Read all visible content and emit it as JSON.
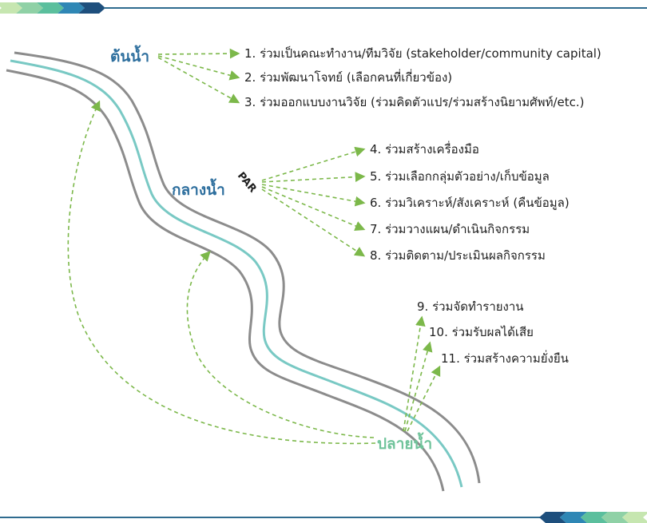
{
  "colors": {
    "river_bank": "#8c8c8c",
    "river_water": "#79c9c4",
    "arrow": "#7cb84a",
    "upstream_text": "#2e6f9e",
    "downstream_text": "#6fc39a",
    "rule_line": "#2f6b8f",
    "ribbon": [
      "#c6e6b0",
      "#8fd1a6",
      "#5bbf9d",
      "#2f87b5",
      "#1e4f7d"
    ]
  },
  "sections": {
    "upstream": "ต้นน้ำ",
    "midstream": "กลางน้ำ",
    "downstream": "ปลายน้ำ"
  },
  "par_label": "PAR",
  "items": {
    "upstream": [
      "1. ร่วมเป็นคณะทำงาน/ทีมวิจัย (stakeholder/community capital)",
      "2. ร่วมพัฒนาโจทย์ (เลือกคนที่เกี่ยวข้อง)",
      "3. ร่วมออกแบบงานวิจัย (ร่วมคิดตัวแปร/ร่วมสร้างนิยามศัพท์/etc.)"
    ],
    "midstream": [
      "4. ร่วมสร้างเครื่องมือ",
      "5. ร่วมเลือกกลุ่มตัวอย่าง/เก็บข้อมูล",
      "6. ร่วมวิเคราะห์/สังเคราะห์ (คืนข้อมูล)",
      "7. ร่วมวางแผน/ดำเนินกิจกรรม",
      "8. ร่วมติดตาม/ประเมินผลกิจกรรม"
    ],
    "downstream": [
      "9. ร่วมจัดทำรายงาน",
      "10. ร่วมรับผลได้เสีย",
      "11. ร่วมสร้างความยั่งยืน"
    ]
  }
}
